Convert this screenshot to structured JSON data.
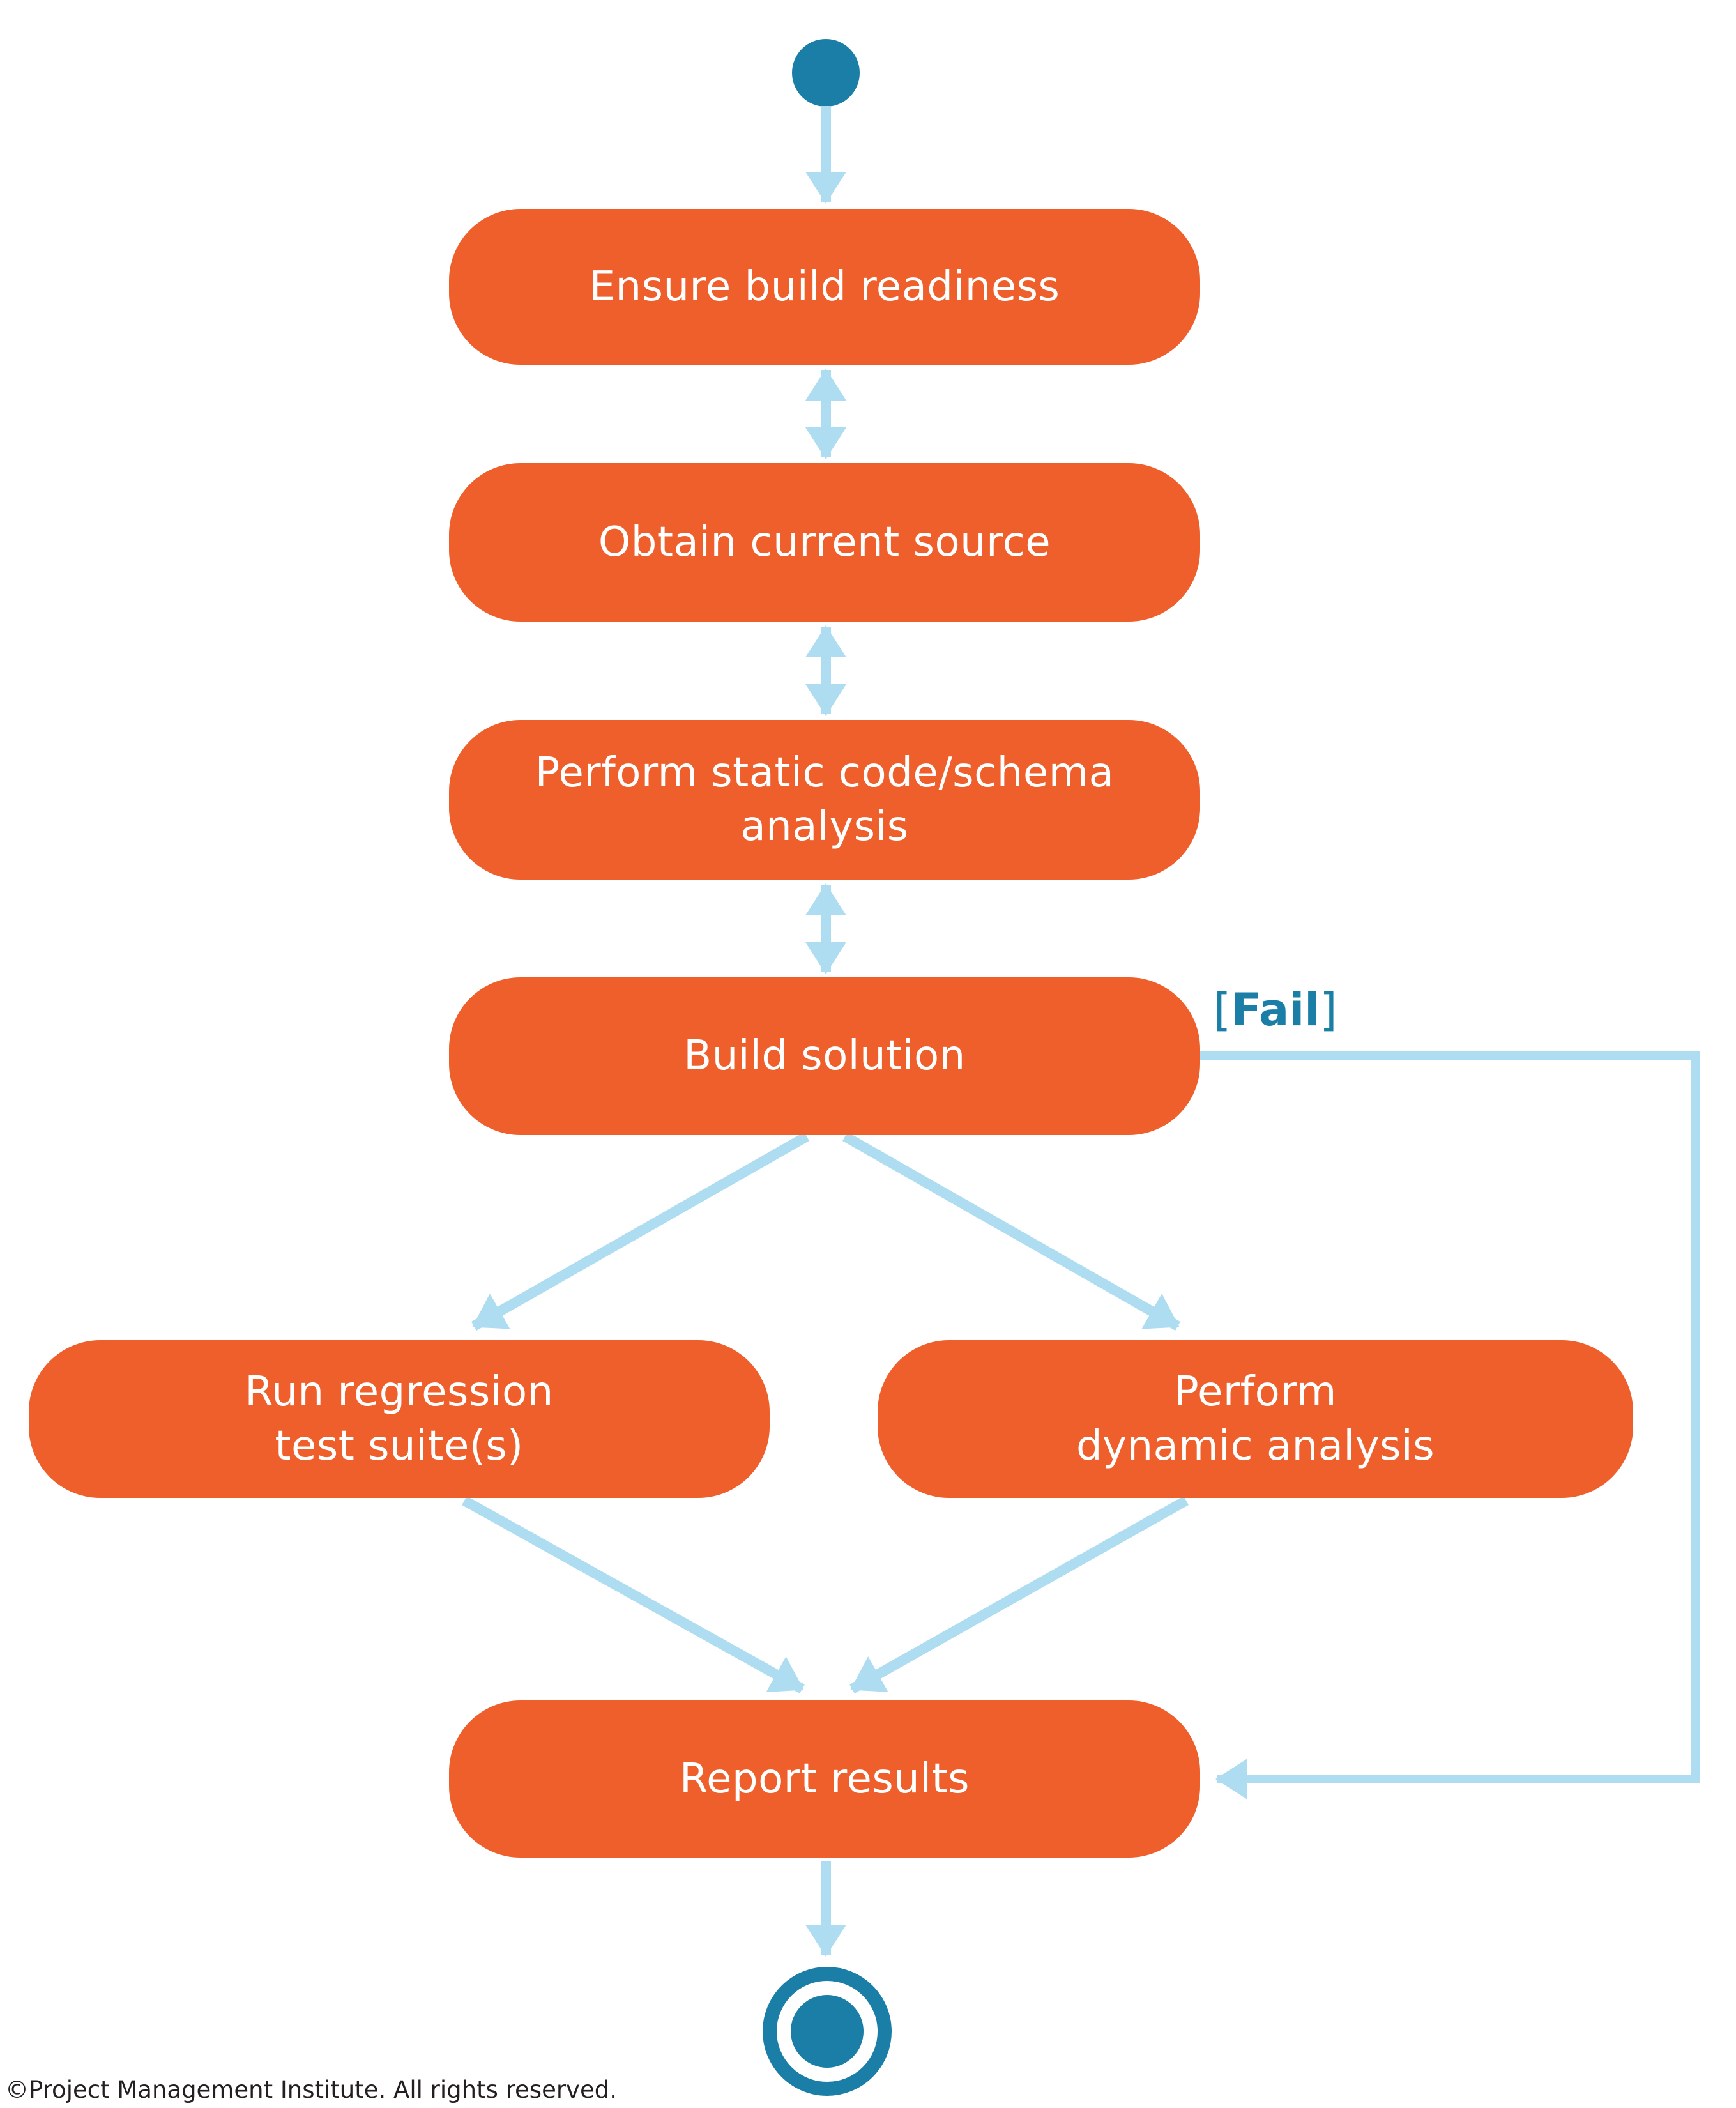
{
  "colors": {
    "page_bg": "#FFFFFF",
    "node_fill": "#EE5F2B",
    "node_text": "#FFFFFF",
    "connector": "#AEDCF0",
    "accent": "#1B7EA6",
    "footer_text": "#231F20"
  },
  "diagram": {
    "type": "uml-activity-flowchart",
    "nodes": {
      "start": {
        "type": "initial-node"
      },
      "ensure": {
        "label": "Ensure build readiness"
      },
      "obtain": {
        "label": "Obtain current source"
      },
      "static_analysis": {
        "lines": [
          "Perform static code/schema",
          "analysis"
        ]
      },
      "build": {
        "label": "Build solution"
      },
      "regression": {
        "lines": [
          "Run regression",
          "test suite(s)"
        ]
      },
      "dynamic": {
        "lines": [
          "Perform",
          "dynamic analysis"
        ]
      },
      "report": {
        "label": "Report results"
      },
      "end": {
        "type": "final-node"
      }
    },
    "fail_label": {
      "open": "[",
      "text": "Fail",
      "close": "]"
    },
    "edges": [
      {
        "from": "start",
        "to": "ensure",
        "style": "arrow"
      },
      {
        "from": "ensure",
        "to": "obtain",
        "style": "double-arrow"
      },
      {
        "from": "obtain",
        "to": "static_analysis",
        "style": "double-arrow"
      },
      {
        "from": "static_analysis",
        "to": "build",
        "style": "double-arrow"
      },
      {
        "from": "build",
        "to": "regression",
        "style": "arrow"
      },
      {
        "from": "build",
        "to": "dynamic",
        "style": "arrow"
      },
      {
        "from": "regression",
        "to": "report",
        "style": "arrow"
      },
      {
        "from": "dynamic",
        "to": "report",
        "style": "arrow"
      },
      {
        "from": "build",
        "to": "report",
        "style": "arrow",
        "label": "[Fail]"
      },
      {
        "from": "report",
        "to": "end",
        "style": "arrow"
      }
    ]
  },
  "footer": {
    "text": "©Project Management Institute. All rights reserved."
  }
}
